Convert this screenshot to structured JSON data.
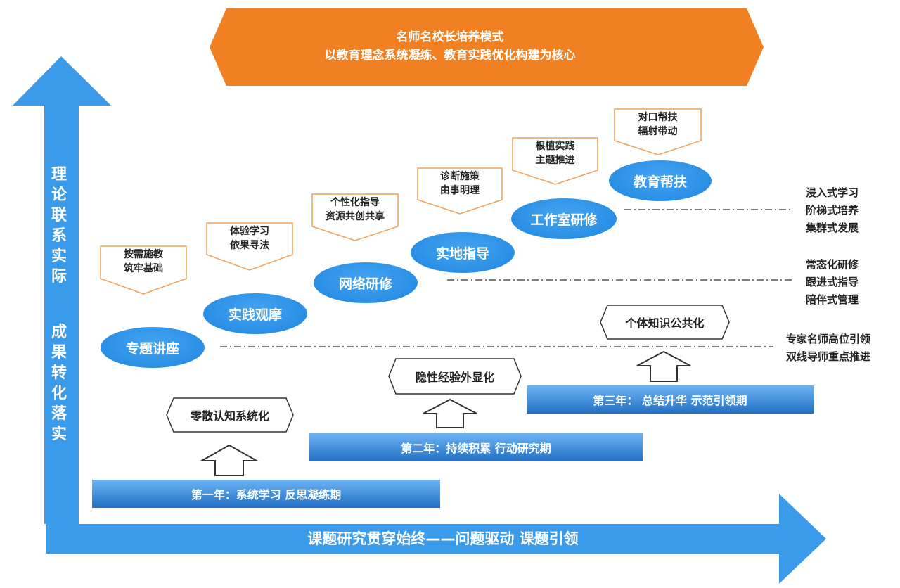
{
  "header_banner": {
    "line1": "名师名校长培养模式",
    "line2": "以教育理念系统凝练、教育实践优化构建为核心"
  },
  "vertical_axis": {
    "text_part1": [
      "理",
      "论",
      "联",
      "系",
      "实",
      "际"
    ],
    "text_part2": [
      "成",
      "果",
      "转",
      "化",
      "落",
      "实"
    ]
  },
  "horizontal_axis": {
    "label": "课题研究贯穿始终——问题驱动  课题引领"
  },
  "activities": [
    {
      "name": "专题讲座",
      "note_line1": "按需施教",
      "note_line2": "筑牢基础"
    },
    {
      "name": "实践观摩",
      "note_line1": "体验学习",
      "note_line2": "依果寻法"
    },
    {
      "name": "网络研修",
      "note_line1": "个性化指导",
      "note_line2": "资源共创共享"
    },
    {
      "name": "实地指导",
      "note_line1": "诊断施策",
      "note_line2": "由事明理"
    },
    {
      "name": "工作室研修",
      "note_line1": "根植实践",
      "note_line2": "主题推进"
    },
    {
      "name": "教育帮扶",
      "note_line1": "对口帮扶",
      "note_line2": "辐射带动"
    }
  ],
  "stages": [
    {
      "year_label": "第一年：系统学习 反思凝练期",
      "goal": "零散认知系统化"
    },
    {
      "year_label": "第二年：持续积累  行动研究期",
      "goal": "隐性经验外显化"
    },
    {
      "year_label": "第三年：  总结升华 示范引领期",
      "goal": "个体知识公共化"
    }
  ],
  "right_notes": [
    {
      "lines": [
        "浸入式学习",
        "阶梯式培养",
        "集群式发展"
      ]
    },
    {
      "lines": [
        "常态化研修",
        "跟进式指导",
        "陪伴式管理"
      ]
    },
    {
      "lines": [
        "专家名师高位引领",
        "双线导师重点推进"
      ]
    }
  ],
  "colors": {
    "blue_arrow": "#3a9bea",
    "oval_blue": "#2589e0",
    "orange_banner": "#f08022",
    "flag_border": "#f0a057",
    "year_bar_top": "#5aaaf0",
    "year_bar_bottom": "#2676c8"
  }
}
